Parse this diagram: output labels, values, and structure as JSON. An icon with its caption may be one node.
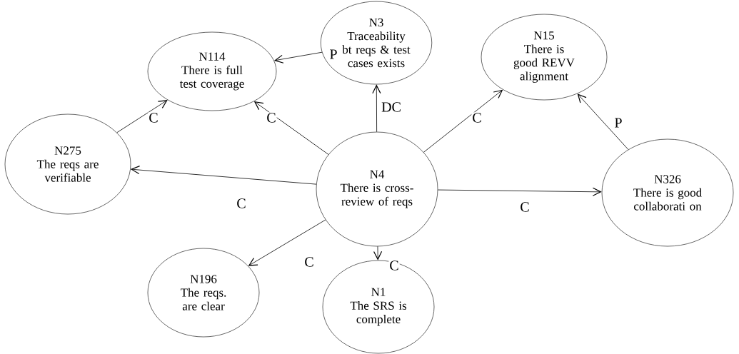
{
  "diagram": {
    "nodes": [
      {
        "text": [
          "N114",
          "There is full test coverage"
        ]
      },
      {
        "text": [
          "N3",
          "Traceability bt reqs & test cases exists"
        ]
      },
      {
        "text": [
          "N15",
          "There is good REVV alignment"
        ]
      },
      {
        "text": [
          "N275",
          "The reqs are verifiable"
        ]
      },
      {
        "text": [
          "N4",
          "There is cross- review of reqs"
        ]
      },
      {
        "text": [
          "N326",
          "There is good collaborati on"
        ]
      },
      {
        "text": [
          "N196",
          "The reqs. are clear"
        ]
      },
      {
        "text": [
          "N1",
          "The SRS is complete"
        ]
      }
    ],
    "edges": [
      {
        "from": 1,
        "to": 0,
        "arrow": "to",
        "label": "P"
      },
      {
        "from": 4,
        "to": 0,
        "arrow": "to",
        "label": "C"
      },
      {
        "from": 4,
        "to": 1,
        "arrow": "to",
        "label": "DC"
      },
      {
        "from": 4,
        "to": 2,
        "arrow": "to",
        "label": "C"
      },
      {
        "from": 5,
        "to": 2,
        "arrow": "to",
        "label": "P"
      },
      {
        "from": 3,
        "to": 0,
        "arrow": "to",
        "label": "C"
      },
      {
        "from": 4,
        "to": 3,
        "arrow": "to",
        "label": "C"
      },
      {
        "from": 4,
        "to": 5,
        "arrow": "to",
        "label": "C"
      },
      {
        "from": 4,
        "to": 6,
        "arrow": "to",
        "label": "C"
      },
      {
        "from": 4,
        "to": 7,
        "arrow": "to",
        "label": "C"
      }
    ]
  }
}
